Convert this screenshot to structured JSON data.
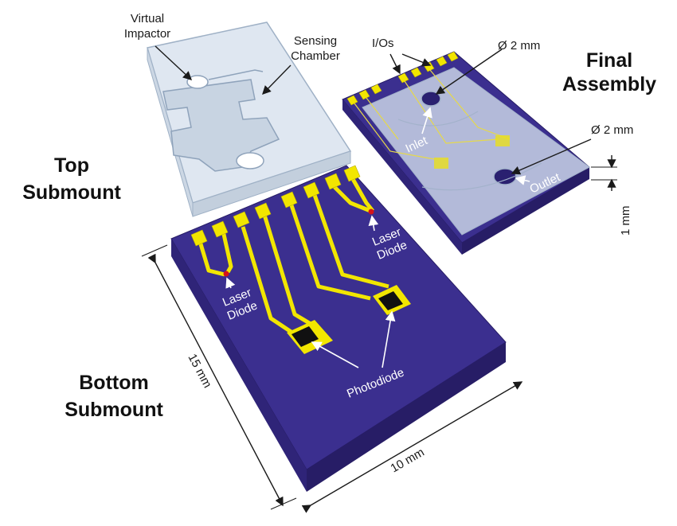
{
  "labels": {
    "virtual_impactor": "Virtual\nImpactor",
    "sensing_chamber": "Sensing\nChamber",
    "ios": "I/Os",
    "diameter_top": "Ø 2 mm",
    "final_assembly": "Final\nAssembly",
    "diameter_bottom": "Ø 2 mm",
    "inlet": "Inlet",
    "outlet": "Outlet",
    "thickness": "1 mm",
    "top_submount": "Top\nSubmount",
    "laser_diode_left": "Laser\nDiode",
    "laser_diode_right": "Laser\nDiode",
    "photodiode": "Photodiode",
    "bottom_submount": "Bottom\nSubmount",
    "length": "15 mm",
    "width": "10 mm"
  },
  "colors": {
    "substrate": "#3b2f8f",
    "substrate_side": "#271d66",
    "trace": "#f2e600",
    "glass": "#d8e2ee",
    "glass_edge": "#9fb1c6",
    "laser": "#d4141a",
    "photodiode": "#111111"
  }
}
